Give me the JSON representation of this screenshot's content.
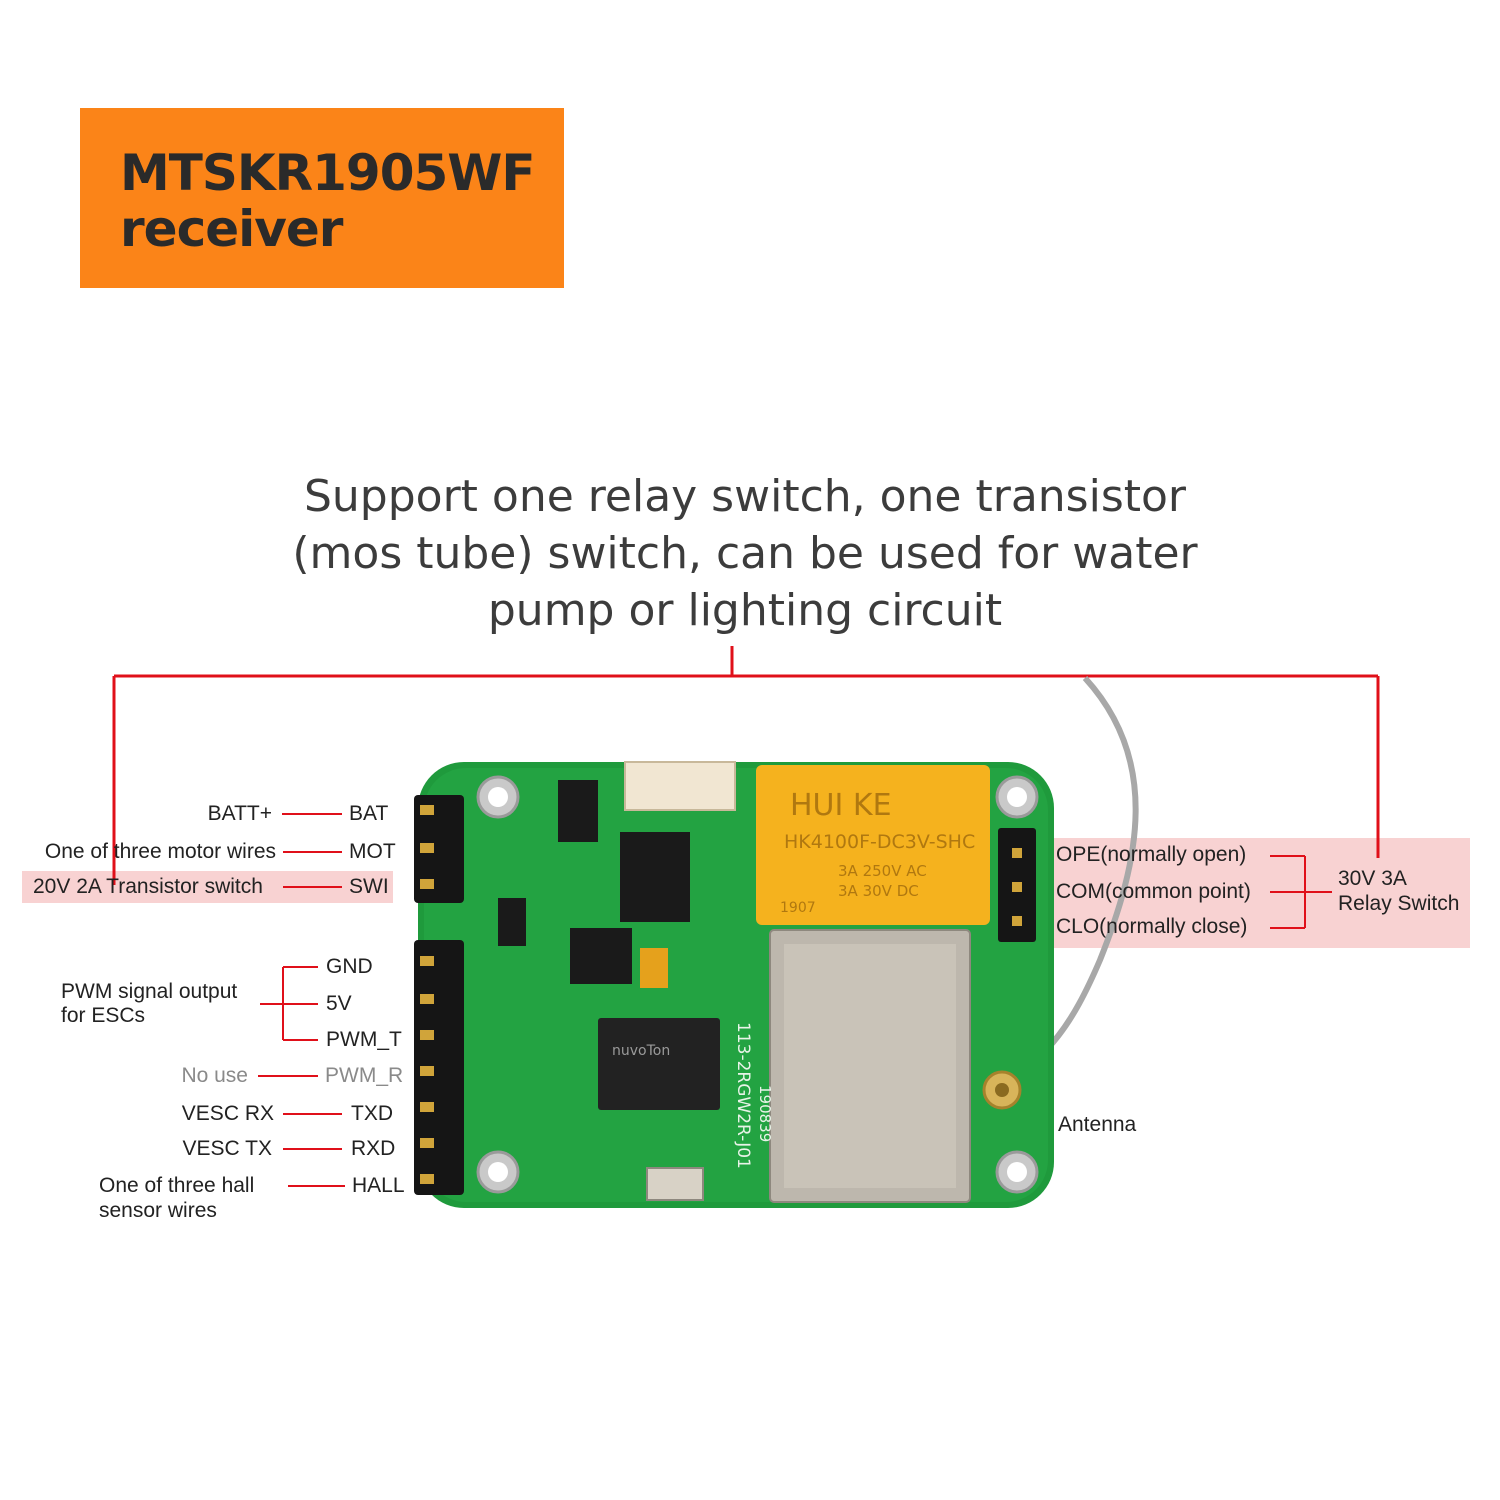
{
  "header": {
    "title_line1": "MTSKR1905WF",
    "title_line2": "receiver",
    "badge_color": "#fb8418"
  },
  "headline": {
    "line1": "Support one relay switch, one transistor",
    "line2": "(mos tube) switch, can be used for water",
    "line3": "pump or lighting circuit"
  },
  "left_pins": [
    {
      "label": "BATT+",
      "pin": "BAT"
    },
    {
      "label": "One of three motor wires",
      "pin": "MOT"
    },
    {
      "label": "20V 2A Transistor switch",
      "pin": "SWI"
    }
  ],
  "esc_group": {
    "label_line1": "PWM signal output",
    "label_line2": "for ESCs",
    "pins": [
      "GND",
      "5V",
      "PWM_T"
    ]
  },
  "lower_pins": [
    {
      "label": "No use",
      "pin": "PWM_R"
    },
    {
      "label": "VESC RX",
      "pin": "TXD"
    },
    {
      "label": "VESC TX",
      "pin": "RXD"
    }
  ],
  "hall": {
    "label_line1": "One of three hall",
    "label_line2": "sensor wires",
    "pin": "HALL"
  },
  "relay": {
    "terminals": [
      "OPE(normally open)",
      "COM(common point)",
      "CLO(normally close)"
    ],
    "label_line1": "30V 3A",
    "label_line2": "Relay Switch"
  },
  "antenna_label": "Antenna",
  "board": {
    "relay_brand": "HUI KE",
    "relay_model": "HK4100F-DC3V-SHC",
    "relay_rating1": "3A 250V AC",
    "relay_rating2": "3A 30V DC",
    "relay_code": "1907",
    "chip_brand": "nuvoTon",
    "board_code": "113-2RGW2R-J01",
    "board_date": "190839"
  },
  "colors": {
    "line_red": "#e0101a",
    "highlight": "#f8d2d2",
    "pcb_green": "#1f9a3c",
    "relay_yellow": "#f5b21e"
  }
}
